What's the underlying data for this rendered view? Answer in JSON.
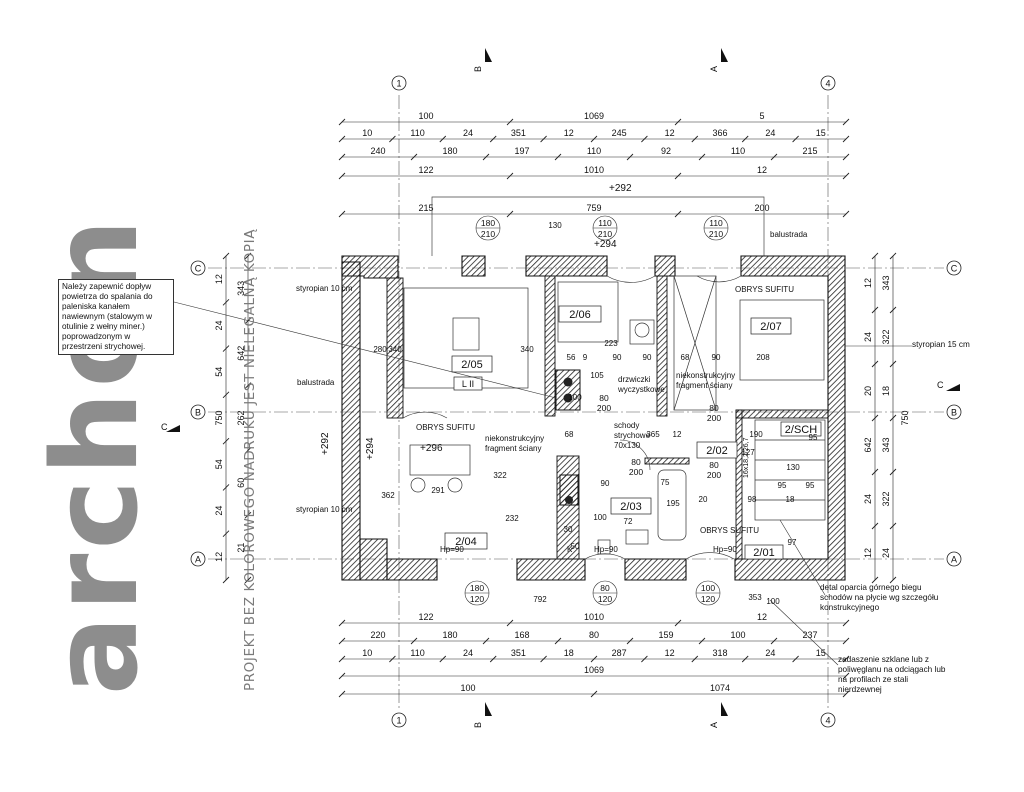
{
  "watermark": {
    "logo": "archon",
    "text": "PROJEKT BEZ KOLOROWEGO NADRUKU JEST NIELEGALNĄ KOPIĄ"
  },
  "axes": {
    "grid_top": [
      "1",
      "4"
    ],
    "grid_bottom": [
      "1",
      "4"
    ],
    "rows_left": [
      "C",
      "B",
      "A"
    ],
    "rows_right": [
      "C",
      "B",
      "A"
    ]
  },
  "sections": {
    "b": "B",
    "a": "A",
    "c": "C"
  },
  "dims_top": {
    "row1": [
      "100",
      "1069",
      "5"
    ],
    "row2": [
      "10",
      "110",
      "24",
      "351",
      "12",
      "245",
      "12",
      "366",
      "24",
      "15"
    ],
    "row3": [
      "240",
      "180",
      "197",
      "110",
      "92",
      "110",
      "215"
    ],
    "row4": [
      "122",
      "1010",
      "12"
    ],
    "row5": [
      "215",
      "759",
      "200"
    ]
  },
  "dims_bottom": {
    "row1": [
      "122",
      "1010",
      "12"
    ],
    "row2": [
      "220",
      "180",
      "168",
      "80",
      "159",
      "100",
      "237"
    ],
    "row3": [
      "10",
      "110",
      "24",
      "351",
      "18",
      "287",
      "12",
      "318",
      "24",
      "15"
    ],
    "row4": [
      "1069"
    ],
    "row5": [
      "100",
      "1074"
    ]
  },
  "dims_left": {
    "outer": [
      "12",
      "24",
      "54",
      "750",
      "54",
      "24",
      "12"
    ],
    "inner": [
      "343",
      "642",
      "262",
      "60",
      "21"
    ]
  },
  "dims_right": {
    "outer": [
      "12",
      "24",
      "20",
      "642",
      "24",
      "12"
    ],
    "inner": [
      "343",
      "322",
      "18",
      "343",
      "322",
      "24"
    ],
    "total": "750"
  },
  "levels": {
    "top": "+292",
    "mid": "+294",
    "left_a": "+292",
    "left_b": "+294",
    "room": "+296"
  },
  "rooms": [
    "2/05",
    "2/06",
    "2/07",
    "2/SCH",
    "2/02",
    "2/03",
    "2/01",
    "2/04"
  ],
  "room_tag": "L II",
  "doors_top": [
    "180",
    "210",
    "110",
    "210",
    "110",
    "210"
  ],
  "doors_bottom": [
    "180",
    "120",
    "80",
    "120",
    "100",
    "120"
  ],
  "doors_inner": [
    "80",
    "200",
    "80",
    "200",
    "80",
    "200",
    "80",
    "200"
  ],
  "labels": {
    "balustrada_top": "balustrada",
    "balustrada_left": "balustrada",
    "sty10_top": "styropian 10 cm",
    "sty10_bottom": "styropian 10 cm",
    "obrys1": "OBRYS SUFITU",
    "obrys2": "OBRYS SUFITU",
    "obrys3": "OBRYS SUFITU",
    "nk1": "niekonstrukcyjny\nfragment ściany",
    "nk2": "niekonstrukcyjny\nfragment ściany",
    "drzw": "drzwiczki\nwyczystkowe",
    "schody": "schody\nstrychowe\n70x130",
    "hp1": "Hp=90",
    "hp2": "Hp=90",
    "hp3": "Hp=90",
    "k": "K",
    "stair_cap": "16x18,2/26,7"
  },
  "room_dims": [
    "130",
    "280",
    "340",
    "340",
    "223",
    "56",
    "9",
    "90",
    "90",
    "68",
    "90",
    "208",
    "105",
    "100",
    "68",
    "365",
    "12",
    "190",
    "95",
    "322",
    "232",
    "362",
    "291",
    "30",
    "50",
    "100",
    "72",
    "195",
    "75",
    "90",
    "20",
    "98",
    "95",
    "95",
    "127",
    "130",
    "18",
    "97",
    "353",
    "100",
    "792"
  ],
  "notes": {
    "air": "Należy zapewnić dopływ powietrza do spalania do paleniska kanałem nawiewnym (stalowym w otulinie z wełny miner.) poprowadzonym w przestrzeni strychowej.",
    "stair": "detal oparcia górnego biegu schodów na płycie wg szczegółu konstrukcyjnego",
    "roof": "zadaszenie szklane lub z poliwęglanu na odciągach lub na profilach ze stali nierdzewnej",
    "sty15": "styropian 15 cm"
  }
}
